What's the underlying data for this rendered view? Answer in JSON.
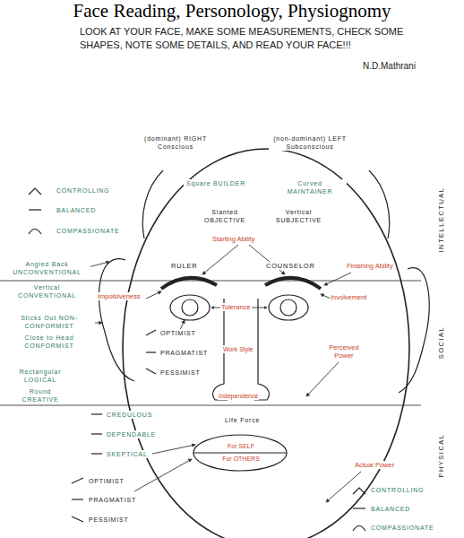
{
  "diagram": {
    "title": "Face Reading, Personology, Physiognomy",
    "labels": [
      "LOOK AT YOUR FACE, MAKE SOME MEASUREMENTS, CHECK SOME SHAPES, NOTE SOME DETAILS, AND READ YOUR FACE!!!",
      "N.D.Mathrani",
      "(dominant) RIGHT Conscious",
      "(non-dominant) LEFT Subconscious",
      "Square BUILDER",
      "Curved MAINTAINER",
      "Slanted OBJECTIVE",
      "Vertical SUBJECTIVE",
      "Starting Ability",
      "CONTROLLING",
      "BALANCED",
      "COMPASSIONATE",
      "INTELLECTUAL",
      "RULER",
      "COUNSELOR",
      "Finishing Ability",
      "Angled Back UNCONVENTIONAL",
      "Vertical CONVENTIONAL",
      "Impolsiveness",
      "Involvement",
      "Tolerance",
      "Sticks Out NON-CONFORMIST",
      "Close to Head CONFORMIST",
      "OPTIMIST",
      "PRAGMATIST",
      "PESSIMIST",
      "Work Style",
      "Perceived Power",
      "SOCIAL",
      "Rectangular LOGICAL",
      "Round CREATIVE",
      "Independence",
      "CREDULOUS",
      "DEPENDABLE",
      "SKEPTICAL",
      "Life Force",
      "For SELF",
      "For OTHERS",
      "Actual Power",
      "PHYSICAL",
      "OPTIMIST",
      "PRAGMATIST",
      "PESSIMIST",
      "CONTROLLING",
      "BALANCED",
      "COMPASSIONATE"
    ]
  }
}
